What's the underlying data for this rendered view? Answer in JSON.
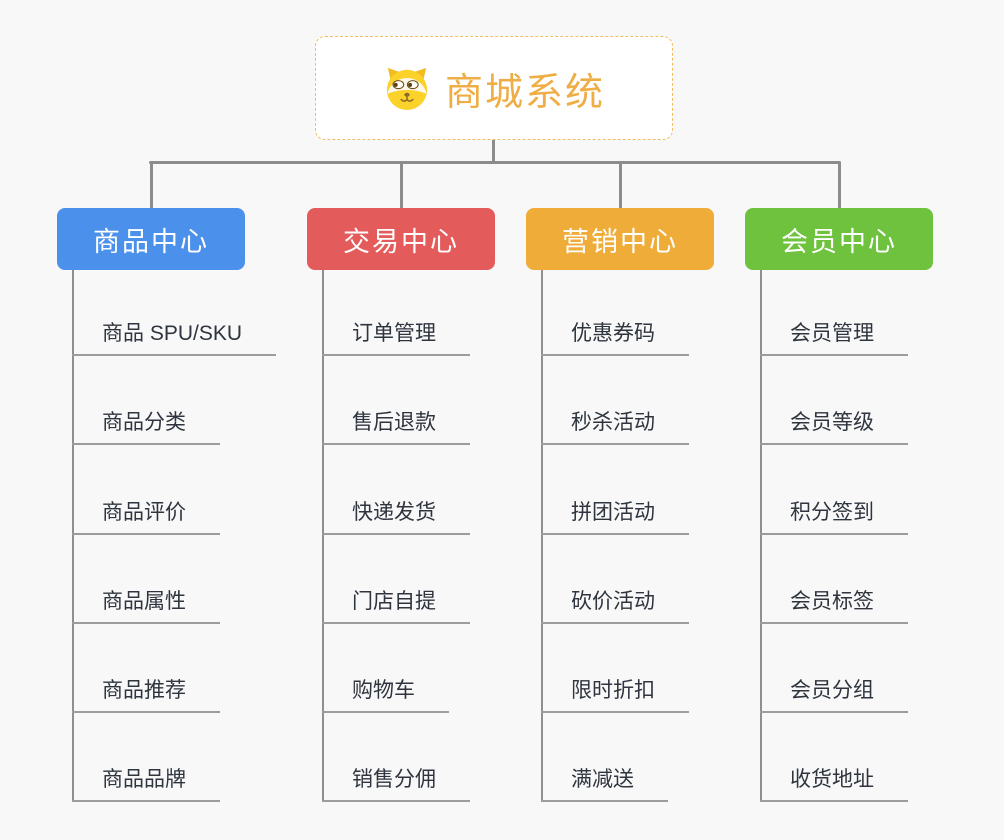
{
  "root": {
    "label": "商城系统",
    "icon": "dog-face-icon"
  },
  "branches": [
    {
      "label": "商品中心",
      "color": "#4B90EA",
      "children": [
        "商品 SPU/SKU",
        "商品分类",
        "商品评价",
        "商品属性",
        "商品推荐",
        "商品品牌"
      ]
    },
    {
      "label": "交易中心",
      "color": "#E35B5B",
      "children": [
        "订单管理",
        "售后退款",
        "快递发货",
        "门店自提",
        "购物车",
        "销售分佣"
      ]
    },
    {
      "label": "营销中心",
      "color": "#EFAC38",
      "children": [
        "优惠券码",
        "秒杀活动",
        "拼团活动",
        "砍价活动",
        "限时折扣",
        "满减送"
      ]
    },
    {
      "label": "会员中心",
      "color": "#6EC23E",
      "children": [
        "会员管理",
        "会员等级",
        "积分签到",
        "会员标签",
        "会员分组",
        "收货地址"
      ]
    }
  ],
  "colors": {
    "background": "#F8F8F8",
    "root_text": "#EFAE45",
    "root_border": "#F2BC62",
    "connector": "#8C8C8C",
    "trunk": "#8F8F8F",
    "underline": "#9C9C9C",
    "child_text": "#2F353E",
    "branch_text": "#FFFFFF",
    "icon_yellow": "#FBD22A",
    "icon_cream": "#FCF7E8",
    "icon_brown": "#8C6A28"
  }
}
